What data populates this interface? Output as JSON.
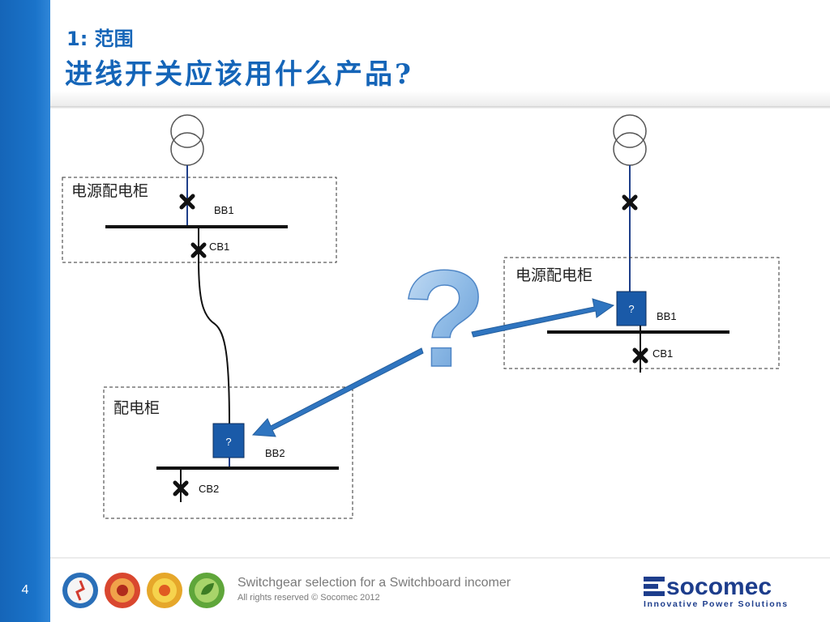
{
  "header": {
    "subtitle": "1: 范围",
    "title": "进线开关应该用什么产品?"
  },
  "diagram": {
    "left_panel_label": "电源配电柜",
    "right_panel_label": "电源配电柜",
    "bottom_panel_label": "配电柜",
    "left_busbar": "BB1",
    "left_breaker": "CB1",
    "right_busbar": "BB1",
    "right_breaker": "CB1",
    "bottom_busbar": "BB2",
    "bottom_breaker": "CB2",
    "unknown_device_symbol": "?",
    "question_symbol": "?"
  },
  "footer": {
    "page_number": "4",
    "title": "Switchgear selection for a Switchboard incomer",
    "copyright": "All rights reserved © Socomec 2012",
    "brand": "socomec",
    "tagline": "Innovative Power Solutions",
    "badges": [
      "critical-power-icon",
      "power-control-icon",
      "solar-power-icon",
      "energy-efficiency-icon"
    ]
  },
  "colors": {
    "brand_blue": "#1565b8",
    "line_blue": "#1f3f8a",
    "device_blue": "#1a5aa8",
    "arrow_blue": "#2f75c0"
  }
}
